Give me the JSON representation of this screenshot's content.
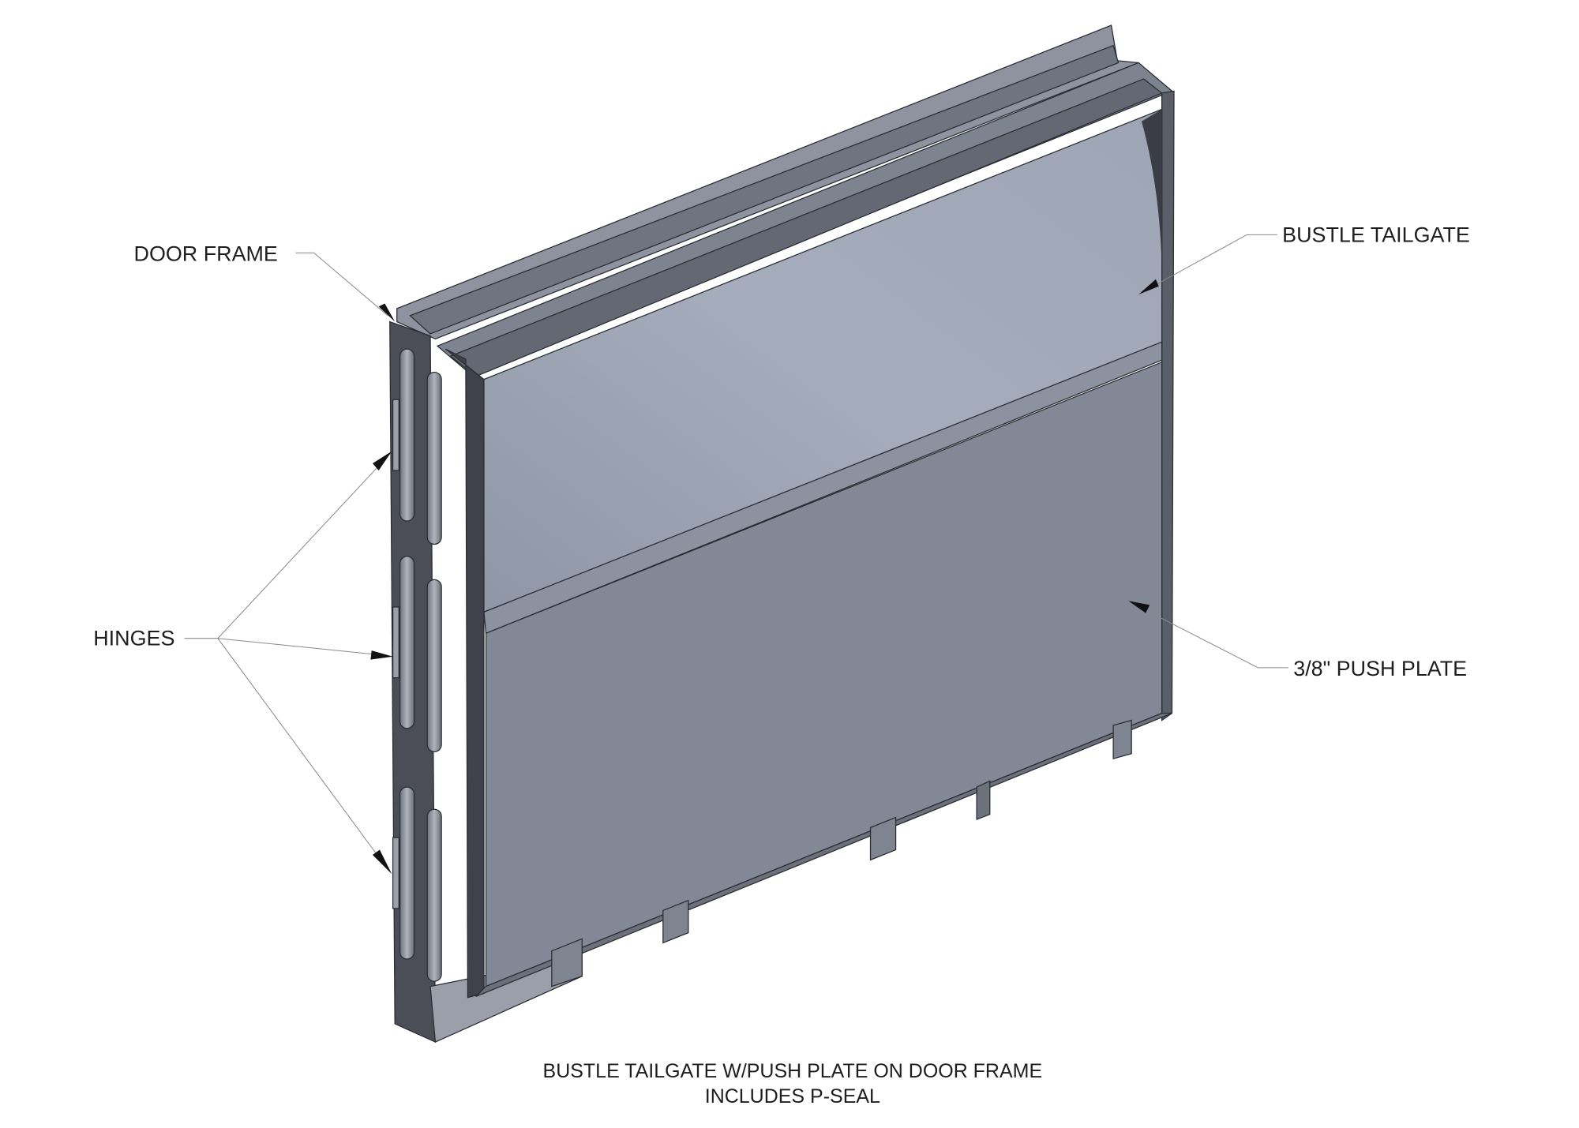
{
  "labels": {
    "door_frame": "DOOR FRAME",
    "bustle_tailgate": "BUSTLE TAILGATE",
    "hinges": "HINGES",
    "push_plate": "3/8\" PUSH PLATE"
  },
  "caption": {
    "line1": "BUSTLE TAILGATE W/PUSH PLATE ON DOOR FRAME",
    "line2": "INCLUDES P-SEAL"
  },
  "colors": {
    "frame_top": "#8e939f",
    "frame_side": "#4b4e57",
    "panel_light": "#a3abbb",
    "push_plate": "#838897",
    "hinge": "#8c909a"
  }
}
